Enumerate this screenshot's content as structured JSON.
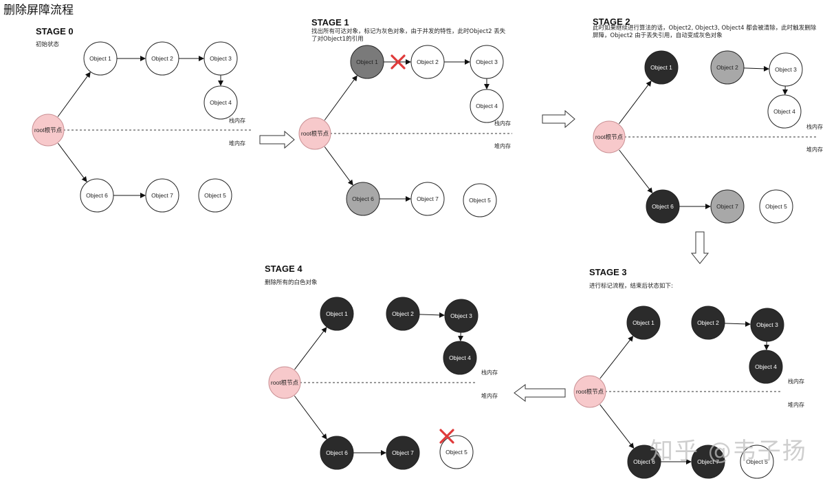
{
  "title": "删除屏障流程",
  "watermark": "知乎 @韦子扬",
  "colors": {
    "white": "#ffffff",
    "gray": "#a8a8a8",
    "dark_gray": "#7a7a7a",
    "black": "#2b2b2b",
    "root": "#f7c9cb",
    "root_stroke": "#c98f93",
    "cross": "#e03a3a"
  },
  "memory_labels": {
    "stack": "栈内存",
    "heap": "堆内存"
  },
  "stages": [
    {
      "id": "stage0",
      "title": "STAGE 0",
      "desc": "初始状态",
      "root": "root根节点",
      "objects": [
        {
          "id": "o1",
          "label": "Object 1",
          "color": "white"
        },
        {
          "id": "o2",
          "label": "Object 2",
          "color": "white"
        },
        {
          "id": "o3",
          "label": "Object 3",
          "color": "white"
        },
        {
          "id": "o4",
          "label": "Object 4",
          "color": "white"
        },
        {
          "id": "o6",
          "label": "Object 6",
          "color": "white"
        },
        {
          "id": "o7",
          "label": "Object 7",
          "color": "white"
        },
        {
          "id": "o5",
          "label": "Object 5",
          "color": "white"
        }
      ]
    },
    {
      "id": "stage1",
      "title": "STAGE 1",
      "desc": "找出所有可达对象，标记为灰色对象，由于并发的特性，此时Object2 丢失了对Object1的引用",
      "root": "root根节点",
      "objects": [
        {
          "id": "o1",
          "label": "Object 1",
          "color": "dark_gray"
        },
        {
          "id": "o2",
          "label": "Object 2",
          "color": "white"
        },
        {
          "id": "o3",
          "label": "Object 3",
          "color": "white"
        },
        {
          "id": "o4",
          "label": "Object 4",
          "color": "white"
        },
        {
          "id": "o6",
          "label": "Object 6",
          "color": "gray"
        },
        {
          "id": "o7",
          "label": "Object 7",
          "color": "white"
        },
        {
          "id": "o5",
          "label": "Object 5",
          "color": "white"
        }
      ]
    },
    {
      "id": "stage2",
      "title": "STAGE 2",
      "desc": "此时如果继续进行算法的话，Object2, Object3, Object4 都会被清除，此时触发删除屏障，Object2 由于丢失引用，自动变成灰色对象",
      "root": "root根节点",
      "objects": [
        {
          "id": "o1",
          "label": "Object 1",
          "color": "black"
        },
        {
          "id": "o2",
          "label": "Object 2",
          "color": "gray"
        },
        {
          "id": "o3",
          "label": "Object 3",
          "color": "white"
        },
        {
          "id": "o4",
          "label": "Object 4",
          "color": "white"
        },
        {
          "id": "o6",
          "label": "Object 6",
          "color": "black"
        },
        {
          "id": "o7",
          "label": "Object 7",
          "color": "gray"
        },
        {
          "id": "o5",
          "label": "Object 5",
          "color": "white"
        }
      ]
    },
    {
      "id": "stage3",
      "title": "STAGE 3",
      "desc": "进行标记流程，结束后状态如下:",
      "root": "root根节点",
      "objects": [
        {
          "id": "o1",
          "label": "Object 1",
          "color": "black"
        },
        {
          "id": "o2",
          "label": "Object 2",
          "color": "black"
        },
        {
          "id": "o3",
          "label": "Object 3",
          "color": "black"
        },
        {
          "id": "o4",
          "label": "Object 4",
          "color": "black"
        },
        {
          "id": "o6",
          "label": "Object 6",
          "color": "black"
        },
        {
          "id": "o7",
          "label": "Object 7",
          "color": "black"
        },
        {
          "id": "o5",
          "label": "Object 5",
          "color": "white"
        }
      ]
    },
    {
      "id": "stage4",
      "title": "STAGE 4",
      "desc": "删除所有的白色对象",
      "root": "root根节点",
      "objects": [
        {
          "id": "o1",
          "label": "Object 1",
          "color": "black"
        },
        {
          "id": "o2",
          "label": "Object 2",
          "color": "black"
        },
        {
          "id": "o3",
          "label": "Object 3",
          "color": "black"
        },
        {
          "id": "o4",
          "label": "Object 4",
          "color": "black"
        },
        {
          "id": "o6",
          "label": "Object 6",
          "color": "black"
        },
        {
          "id": "o7",
          "label": "Object 7",
          "color": "black"
        },
        {
          "id": "o5",
          "label": "Object 5",
          "color": "white"
        }
      ]
    }
  ]
}
